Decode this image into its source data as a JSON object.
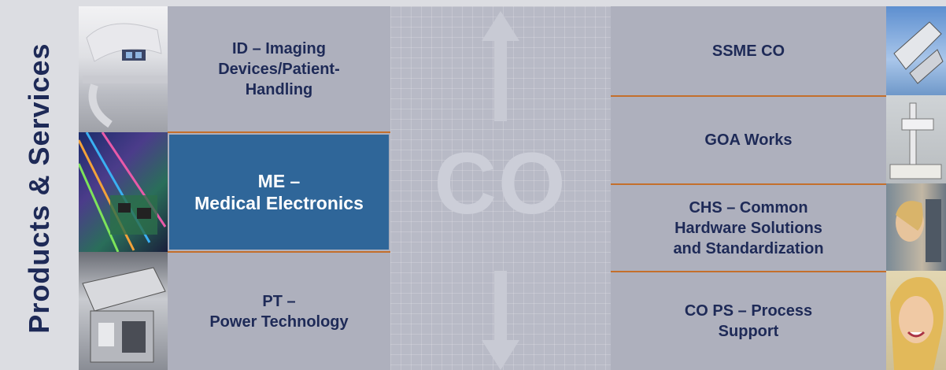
{
  "side_label": "Products & Services",
  "left_panels": [
    {
      "label": "ID – Imaging\nDevices/Patient-\nHandling",
      "highlighted": false
    },
    {
      "label": "ME –\nMedical Electronics",
      "highlighted": true
    },
    {
      "label": "PT –\nPower Technology",
      "highlighted": false
    }
  ],
  "center_label": "CO",
  "right_panels": [
    {
      "label": "SSME CO"
    },
    {
      "label": "GOA Works"
    },
    {
      "label": "CHS –  Common\nHardware Solutions\nand Standardization"
    },
    {
      "label": "CO PS –  Process\nSupport"
    }
  ],
  "colors": {
    "panel": "#aeb0bd",
    "highlight": "#2f6699",
    "text": "#1e2a57",
    "separator": "#c46f2c"
  },
  "icons": [
    "arrow-up-icon",
    "arrow-down-icon"
  ]
}
